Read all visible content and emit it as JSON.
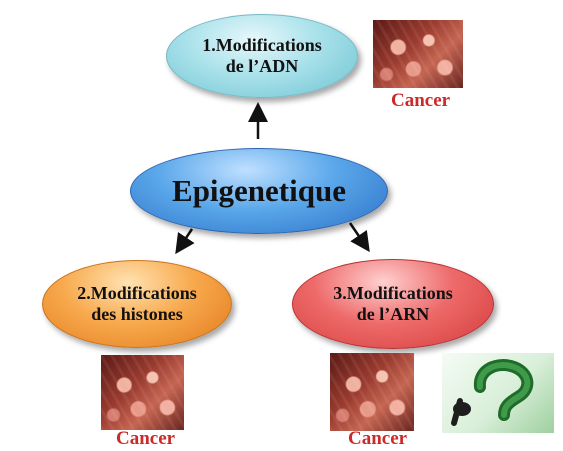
{
  "center": {
    "label": "Epigenetique"
  },
  "branches": [
    {
      "line1": "1.Modifications",
      "line2": "de l’ADN",
      "color": "#a9e1ea"
    },
    {
      "line1": "2.Modifications",
      "line2": "des histones",
      "color": "#f8a94d"
    },
    {
      "line1": "3.Modifications",
      "line2": "de l’ARN",
      "color": "#ee6a6a"
    }
  ],
  "outcomes": [
    {
      "label": "Cancer"
    },
    {
      "label": "Cancer"
    },
    {
      "label": "Cancer"
    }
  ],
  "colors": {
    "cancer_label": "#cc2a2a",
    "center": "#2c6fc5"
  },
  "question_icon": "question-mark-icon"
}
